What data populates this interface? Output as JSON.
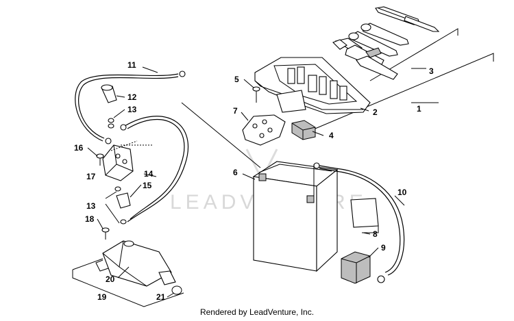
{
  "callouts": {
    "c1": "1",
    "c2": "2",
    "c3": "3",
    "c4": "4",
    "c5": "5",
    "c6": "6",
    "c7": "7",
    "c8": "8",
    "c9": "9",
    "c10": "10",
    "c11": "11",
    "c12": "12",
    "c13a": "13",
    "c13b": "13",
    "c14": "14",
    "c15": "15",
    "c16": "16",
    "c17": "17",
    "c18": "18",
    "c19": "19",
    "c20": "20",
    "c21": "21"
  },
  "watermark": "LEADVENTURE",
  "footer": "Rendered by LeadVenture, Inc."
}
